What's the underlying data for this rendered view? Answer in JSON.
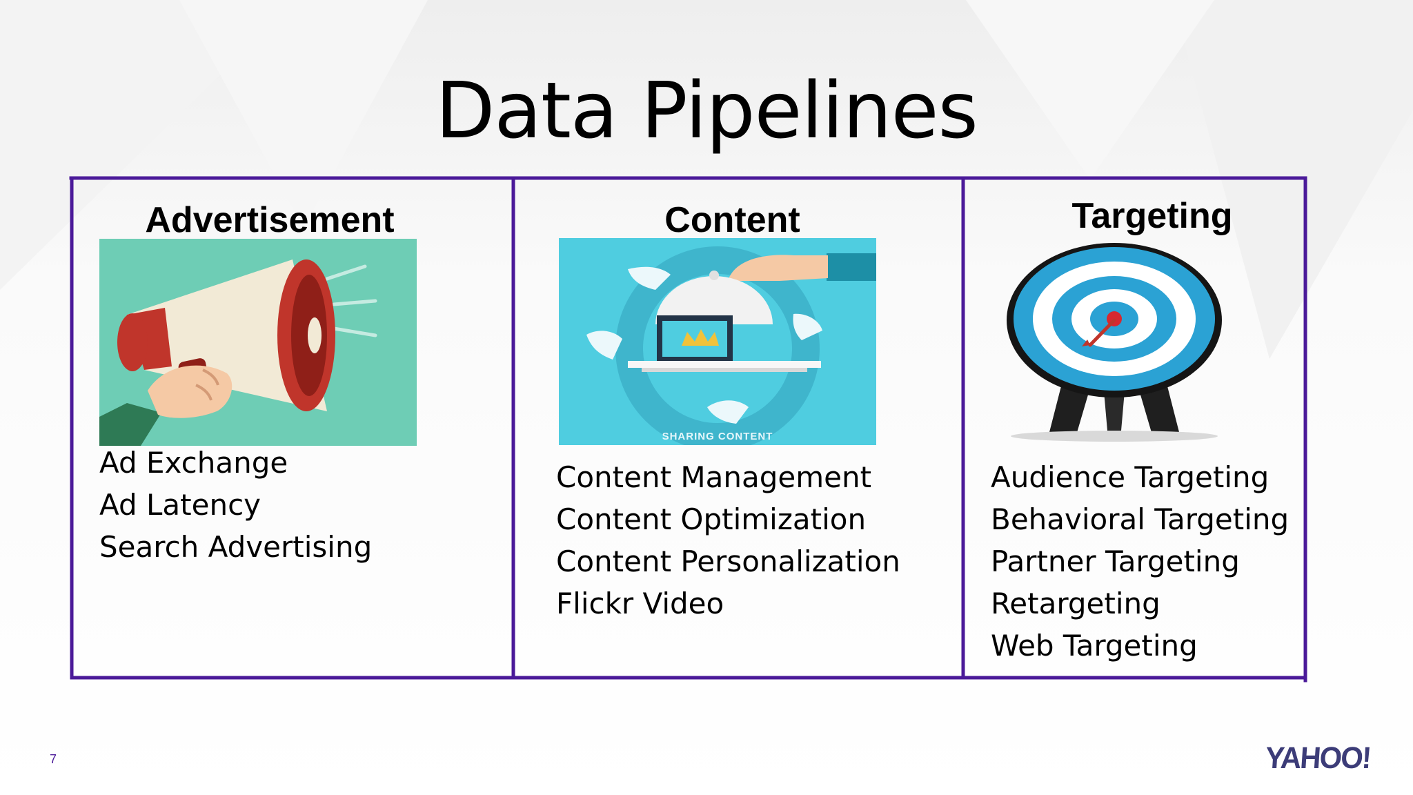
{
  "slide": {
    "title": "Data Pipelines",
    "page_number": "7"
  },
  "brand": {
    "logo_text": "YAHOO!"
  },
  "colors": {
    "frame": "#4b1a99",
    "ad_background": "#6ecdb5",
    "megaphone_red": "#c0352b",
    "content_background": "#4fcde0",
    "target_blue": "#2ba2d4"
  },
  "panels": [
    {
      "title": "Advertisement",
      "icon": "megaphone-illustration",
      "items": [
        "Ad Exchange",
        "Ad Latency",
        "Search Advertising"
      ]
    },
    {
      "title": "Content",
      "icon": "sharing-content-illustration",
      "image_caption": "SHARING CONTENT",
      "items": [
        "Content Management",
        "Content Optimization",
        "Content Personalization",
        "Flickr Video"
      ]
    },
    {
      "title": "Targeting",
      "icon": "target-illustration",
      "items": [
        "Audience Targeting",
        "Behavioral Targeting",
        "Partner Targeting",
        "Retargeting",
        "Web Targeting"
      ]
    }
  ]
}
